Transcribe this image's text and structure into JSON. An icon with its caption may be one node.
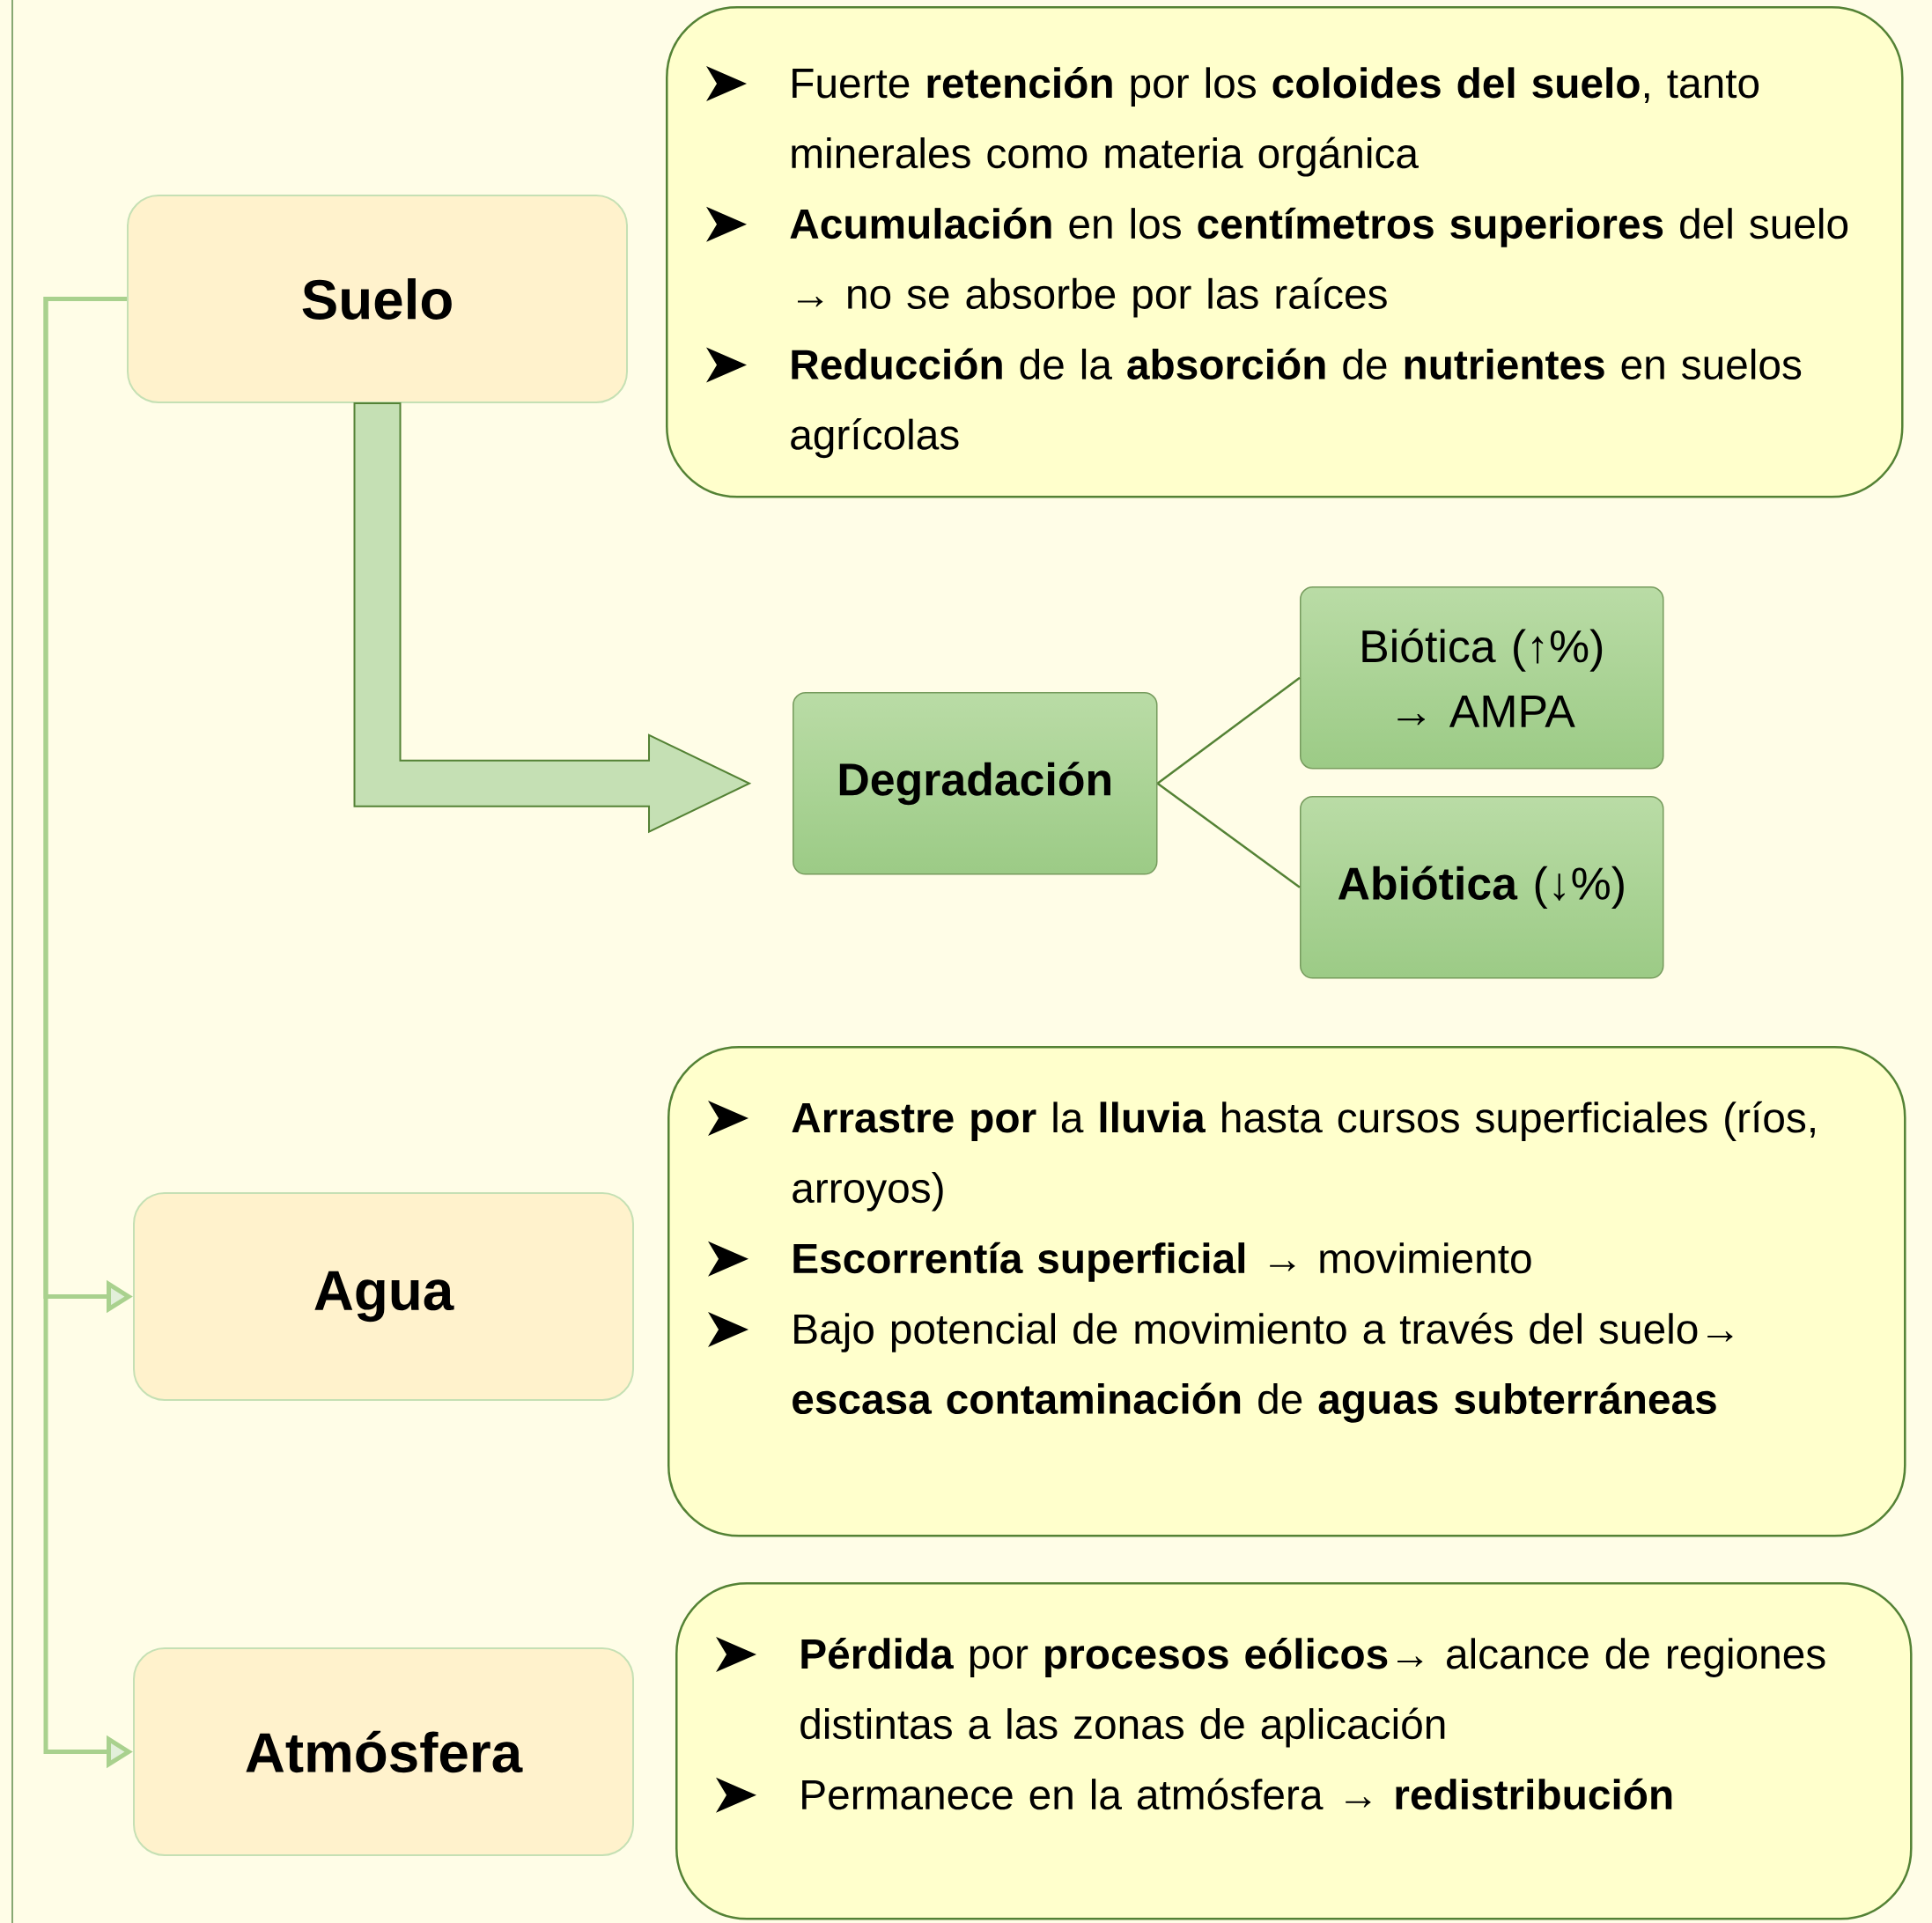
{
  "diagram": {
    "nodes": [
      {
        "text": [
          "Suelo"
        ]
      },
      {
        "text": [
          "Fuerte **retención** por los **coloides del suelo**, tanto minerales como materia orgánica",
          "**Acumulación** en los **centímetros superiores** del suelo → no se absorbe por las raíces",
          "**Reducción** de la **absorción** de **nutrientes** en suelos agrícolas"
        ]
      },
      {
        "text": [
          "Degradación"
        ]
      },
      {
        "text": [
          "Biótica (↑%) → AMPA"
        ]
      },
      {
        "text": [
          "**Abiótica** (↓%)"
        ]
      },
      {
        "text": [
          "Agua"
        ]
      },
      {
        "text": [
          "**Arrastre por** la **lluvia** hasta cursos superficiales (ríos, arroyos)",
          "**Escorrentía superficial** → movimiento",
          "Bajo potencial de movimiento a través del suelo→ **escasa contaminación** de **aguas subterráneas**"
        ]
      },
      {
        "text": [
          "Atmósfera"
        ]
      },
      {
        "text": [
          "**Pérdida** por **procesos eólicos**→ alcance de regiones distintas a las zonas de aplicación",
          "Permanece en la atmósfera → **redistribución**"
        ]
      }
    ],
    "edges": [
      {
        "from": 0,
        "to": 2,
        "arrow": "to",
        "style": "thick"
      },
      {
        "from": 2,
        "to": 3,
        "arrow": "none"
      },
      {
        "from": 2,
        "to": 4,
        "arrow": "none"
      },
      {
        "from": 0,
        "to": 5,
        "arrow": "to"
      },
      {
        "from": 0,
        "to": 7,
        "arrow": "to"
      }
    ]
  }
}
